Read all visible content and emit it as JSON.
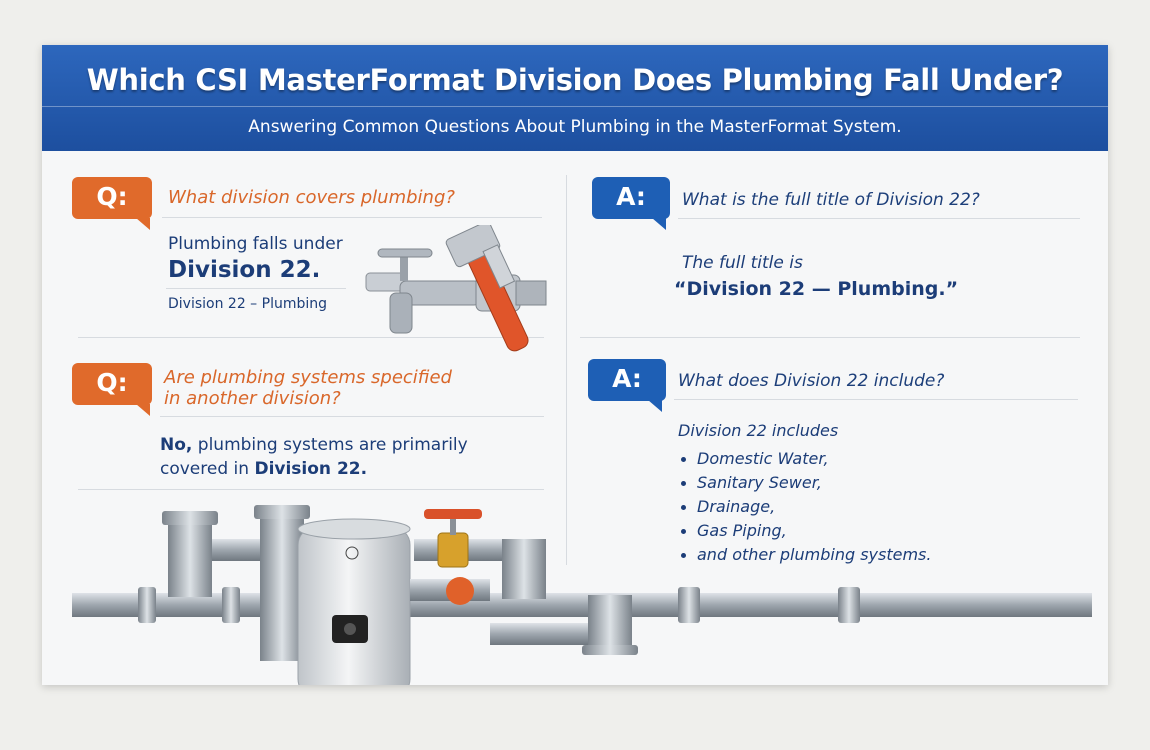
{
  "header": {
    "title": "Which CSI MasterFormat Division Does Plumbing Fall Under?",
    "subtitle": "Answering Common Questions About Plumbing in the MasterFormat System."
  },
  "q1": {
    "badge": "Q:",
    "question": "What division covers plumbing?",
    "answer_line1": "Plumbing falls under",
    "answer_line2": "Division 22.",
    "caption": "Division 22 – Plumbing"
  },
  "a1": {
    "badge": "A:",
    "question": "What is the full title of Division 22?",
    "answer_line1": "The full title is",
    "answer_line2": "“Division 22 — Plumbing.”"
  },
  "q2": {
    "badge": "Q:",
    "question_line1": "Are plumbing systems specified",
    "question_line2": "in another division?",
    "answer_line1_bold": "No,",
    "answer_line1_rest": " plumbing systems are primarily",
    "answer_line2_rest": "covered in ",
    "answer_line2_bold": "Division 22."
  },
  "a2": {
    "badge": "A:",
    "question": "What does Division 22 include?",
    "intro": "Division 22 includes",
    "items": [
      "Domestic Water,",
      "Sanitary Sewer,",
      "Drainage,",
      "Gas Piping,",
      "and other plumbing systems."
    ]
  },
  "colors": {
    "banner": "#1e56a8",
    "q_accent": "#e06a2b",
    "a_accent": "#1e5fb5",
    "text_blue": "#1c3d78"
  },
  "icons": [
    "wrench-icon",
    "faucet-icon",
    "water-heater-icon",
    "valve-icon",
    "pipe-network-icon"
  ]
}
